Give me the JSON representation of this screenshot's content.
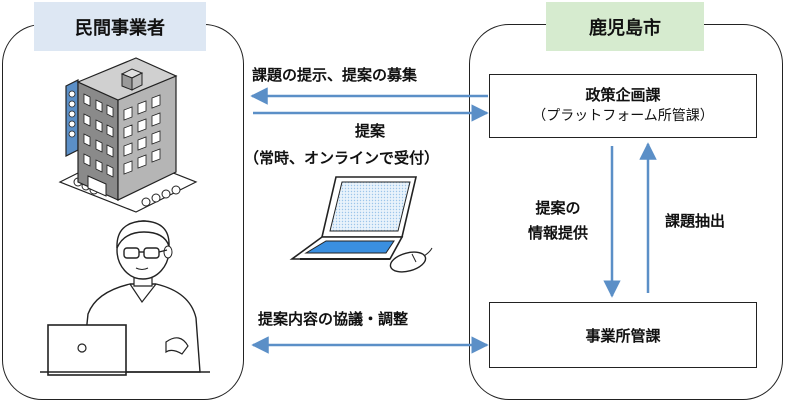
{
  "private_sector": {
    "header": "民間事業者",
    "header_color": "#dde7f3"
  },
  "kagoshima_city": {
    "header": "鹿児島市",
    "header_color": "#d6ebcf"
  },
  "boxes": {
    "policy_planning": {
      "title": "政策企画課",
      "subtitle": "（プラットフォーム所管課）"
    },
    "business_dept": {
      "title": "事業所管課"
    }
  },
  "arrows": {
    "top_label": "課題の提示、提案の募集",
    "proposal_title": "提案",
    "proposal_sub": "（常時、オンラインで受付）",
    "share_line1": "提案の",
    "share_line2": "情報提供",
    "extract_label": "課題抽出",
    "discussion_label": "提案内容の協議・調整"
  },
  "colors": {
    "arrow": "#5b8fc7",
    "screen": "#3a8fe0"
  },
  "icons": [
    "building-icon",
    "person-with-laptop-icon",
    "laptop-icon",
    "mouse-icon"
  ]
}
